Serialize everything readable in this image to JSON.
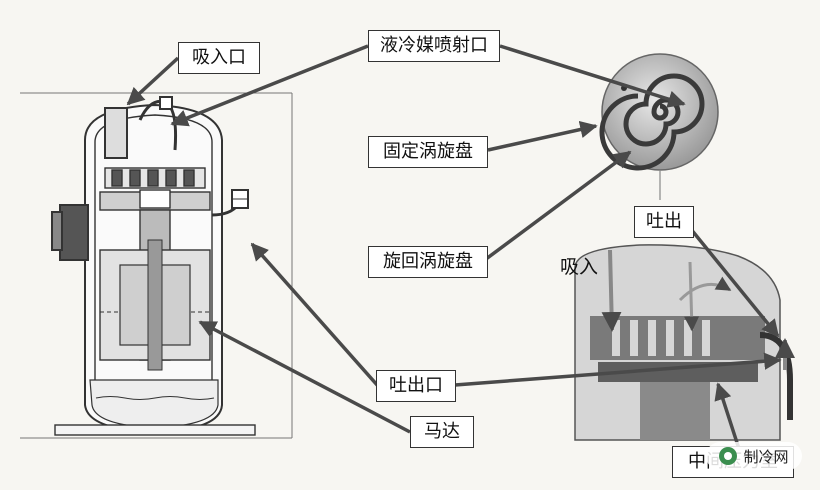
{
  "labels": {
    "suction_port": "吸入口",
    "injection_port": "液冷媒喷射口",
    "fixed_scroll": "固定涡旋盘",
    "orbiting_scroll": "旋回涡旋盘",
    "discharge_port": "吐出口",
    "motor": "马达",
    "discharge": "吐出",
    "suction": "吸入",
    "intermediate_chamber": "中间压力室"
  },
  "watermark": {
    "text": "制冷网",
    "icon": "wechat-icon"
  },
  "colors": {
    "line": "#333333",
    "arrow": "#555555",
    "casing": "#b9b9b9",
    "dark_metal": "#6a6a6a",
    "background": "#f7f6f2"
  }
}
